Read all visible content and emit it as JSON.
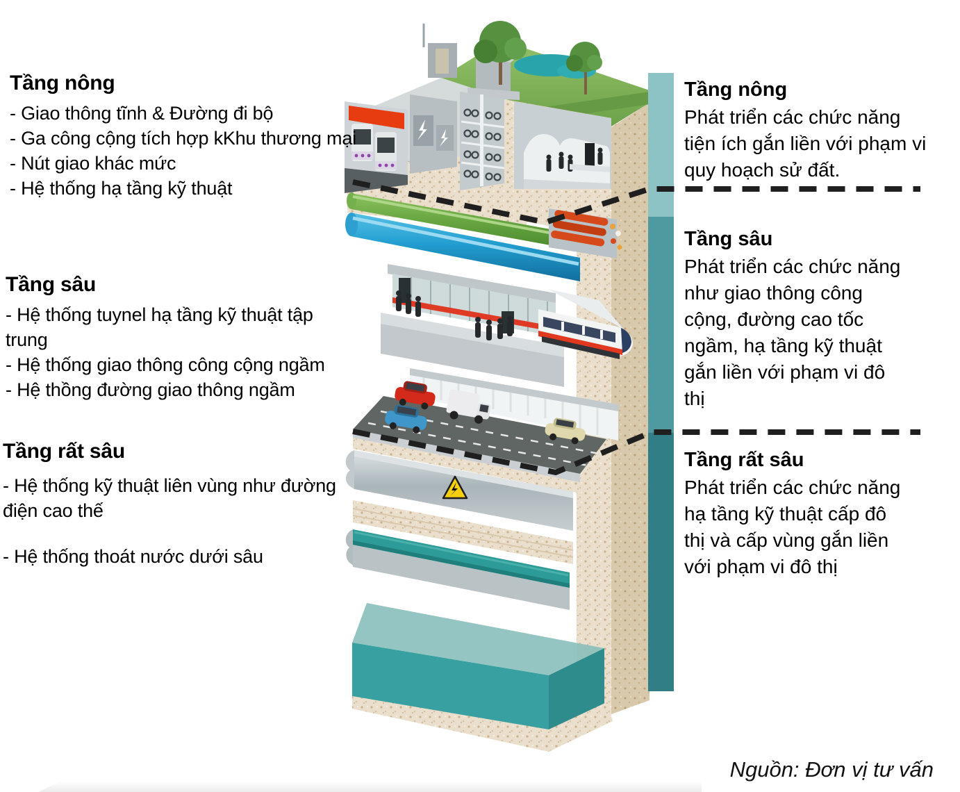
{
  "left_panel": {
    "sections": [
      {
        "title": "Tầng nông",
        "items": [
          "- Giao thông tĩnh & Đường đi bộ",
          "- Ga công cộng tích hợp kKhu thương mại",
          "- Nút giao khác mức",
          "- Hệ thống hạ tầng kỹ thuật"
        ]
      },
      {
        "title": "Tầng sâu",
        "items": [
          "- Hệ thống tuynel hạ tầng kỹ thuật tập trung",
          "- Hệ thống giao thông công cộng ngầm",
          "- Hệ thồng đường giao thông ngầm"
        ]
      },
      {
        "title": "Tầng rất sâu",
        "items": [
          "- Hệ thống kỹ thuật liên vùng như đường điện cao thế",
          "- Hệ thống thoát nước dưới sâu"
        ]
      }
    ]
  },
  "right_panel": {
    "sections": [
      {
        "title": "Tầng nông",
        "description": "Phát triển các chức năng tiện ích gắn liền với phạm vi quy hoạch sử đất."
      },
      {
        "title": "Tầng sâu",
        "description": "Phát triển các chức năng như giao thông công cộng, đường cao tốc ngầm, hạ tầng kỹ thuật gắn liền với phạm vi đô thị"
      },
      {
        "title": "Tầng rất sâu",
        "description": "Phát triển các chức năng hạ tầng kỹ thuật cấp đô thị và cấp vùng gắn liền với phạm vi đô thị"
      }
    ]
  },
  "source_note": "Nguồn: Đơn vị tư vấn",
  "colors": {
    "bar_shallow": "#8ec3c6",
    "bar_deep": "#4f9aa1",
    "bar_very_deep": "#317e86",
    "dashed_line": "#1f1f1f"
  },
  "illustration": {
    "type": "isometric-underground-cross-section",
    "surface": "grass, two trees, pond, concrete platform, service buildings",
    "shallow_layer": "bus terminal, electric substation, bicycle parking, pedestrian tunnel with people",
    "utility_layer": "green pipe, blue pipe, orange cable ducts",
    "transit_layer": "underground metro station with passengers and white-red train",
    "road_layer": "underground road with red car, blue car, white van, beige car",
    "deep_layer": "high-voltage tunnel with warning sign, teal drainage channel",
    "deepest_layer": "water reservoir"
  }
}
